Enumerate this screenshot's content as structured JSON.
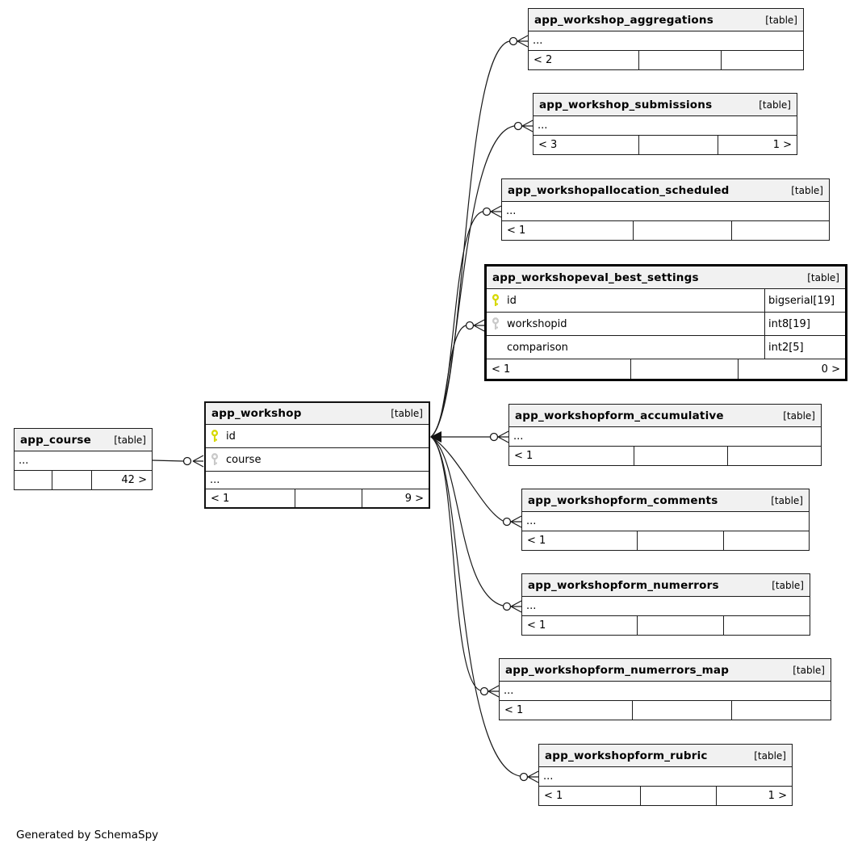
{
  "diagram": {
    "credit": "Generated by SchemaSpy",
    "colors": {
      "header_bg": "#f1f1f1",
      "border": "#1c1c1c",
      "primary_key": "#d6d800",
      "foreign_key": "#c9c9c9"
    }
  },
  "tables": {
    "aggregations": {
      "name": "app_workshop_aggregations",
      "tag": "[table]",
      "dots": "...",
      "footer": {
        "left": "< 2",
        "mid": "",
        "right": ""
      }
    },
    "submissions": {
      "name": "app_workshop_submissions",
      "tag": "[table]",
      "dots": "...",
      "footer": {
        "left": "< 3",
        "mid": "",
        "right": "1 >"
      }
    },
    "allocation_scheduled": {
      "name": "app_workshopallocation_scheduled",
      "tag": "[table]",
      "dots": "...",
      "footer": {
        "left": "< 1",
        "mid": "",
        "right": ""
      }
    },
    "eval_best_settings": {
      "name": "app_workshopeval_best_settings",
      "tag": "[table]",
      "columns": [
        {
          "name": "id",
          "type": "bigserial[19]",
          "key": "primary"
        },
        {
          "name": "workshopid",
          "type": "int8[19]",
          "key": "foreign"
        },
        {
          "name": "comparison",
          "type": "int2[5]",
          "key": "none"
        }
      ],
      "footer": {
        "left": "< 1",
        "mid": "",
        "right": "0 >"
      }
    },
    "form_accumulative": {
      "name": "app_workshopform_accumulative",
      "tag": "[table]",
      "dots": "...",
      "footer": {
        "left": "< 1",
        "mid": "",
        "right": ""
      }
    },
    "form_comments": {
      "name": "app_workshopform_comments",
      "tag": "[table]",
      "dots": "...",
      "footer": {
        "left": "< 1",
        "mid": "",
        "right": ""
      }
    },
    "form_numerrors": {
      "name": "app_workshopform_numerrors",
      "tag": "[table]",
      "dots": "...",
      "footer": {
        "left": "< 1",
        "mid": "",
        "right": ""
      }
    },
    "form_numerrors_map": {
      "name": "app_workshopform_numerrors_map",
      "tag": "[table]",
      "dots": "...",
      "footer": {
        "left": "< 1",
        "mid": "",
        "right": ""
      }
    },
    "form_rubric": {
      "name": "app_workshopform_rubric",
      "tag": "[table]",
      "dots": "...",
      "footer": {
        "left": "< 1",
        "mid": "",
        "right": "1 >"
      }
    },
    "workshop": {
      "name": "app_workshop",
      "tag": "[table]",
      "dots": "...",
      "columns": [
        {
          "name": "id",
          "key": "primary"
        },
        {
          "name": "course",
          "key": "foreign"
        }
      ],
      "footer": {
        "left": "< 1",
        "mid": "",
        "right": "9 >"
      }
    },
    "course": {
      "name": "app_course",
      "tag": "[table]",
      "dots": "...",
      "footer": {
        "left": "",
        "mid": "",
        "right": "42 >"
      }
    }
  }
}
